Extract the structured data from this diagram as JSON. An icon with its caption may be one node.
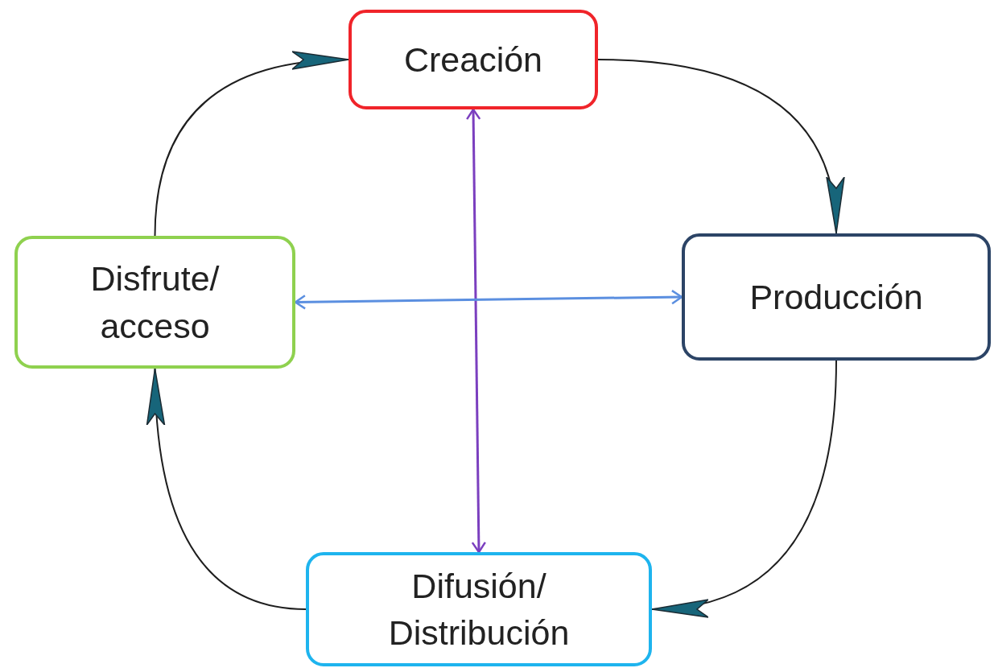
{
  "diagram": {
    "nodes": [
      {
        "text": [
          "Creación"
        ]
      },
      {
        "text": [
          "Producción"
        ]
      },
      {
        "text": [
          "Difusión/ Distribución"
        ]
      },
      {
        "text": [
          "Disfrute/ acceso"
        ]
      }
    ],
    "edges": [
      {
        "from": 0,
        "to": 1,
        "arrow": "to"
      },
      {
        "from": 1,
        "to": 2,
        "arrow": "to"
      },
      {
        "from": 2,
        "to": 3,
        "arrow": "to"
      },
      {
        "from": 3,
        "to": 0,
        "arrow": "to"
      },
      {
        "from": 0,
        "to": 2,
        "arrow": "both",
        "color": "#7b3fbf"
      },
      {
        "from": 3,
        "to": 1,
        "arrow": "both",
        "color": "#5b8fe0"
      }
    ]
  }
}
